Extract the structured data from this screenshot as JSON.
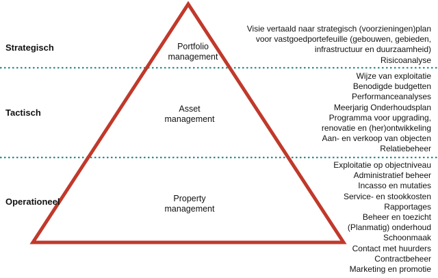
{
  "colors": {
    "triangle_stroke": "#c0392b",
    "divider": "#2e8b8b",
    "text": "#111111"
  },
  "levels": [
    {
      "name": "Strategisch",
      "layer": [
        "Portfolio",
        "management"
      ],
      "tasks": [
        "Visie vertaald naar strategisch (voorzieningen)plan",
        "voor vastgoedportefeuille (gebouwen, gebieden,",
        "infrastructuur en duurzaamheid)",
        "Risicoanalyse"
      ]
    },
    {
      "name": "Tactisch",
      "layer": [
        "Asset",
        "management"
      ],
      "tasks": [
        "Wijze van exploitatie",
        "Benodigde budgetten",
        "Performanceanalyses",
        "Meerjarig Onderhoudsplan",
        "Programma voor upgrading,",
        "renovatie en (her)ontwikkeling",
        "Aan- en verkoop van objecten",
        "Relatiebeheer"
      ]
    },
    {
      "name": "Operationeel",
      "layer": [
        "Property",
        "management"
      ],
      "tasks": [
        "Exploitatie op objectniveau",
        "Administratief beheer",
        "Incasso en mutaties",
        "Service- en stookkosten",
        "Rapportages",
        "Beheer en toezicht",
        "(Planmatig) onderhoud",
        "Schoonmaak",
        "Contact met huurders",
        "Contractbeheer",
        "Marketing en promotie"
      ]
    }
  ]
}
